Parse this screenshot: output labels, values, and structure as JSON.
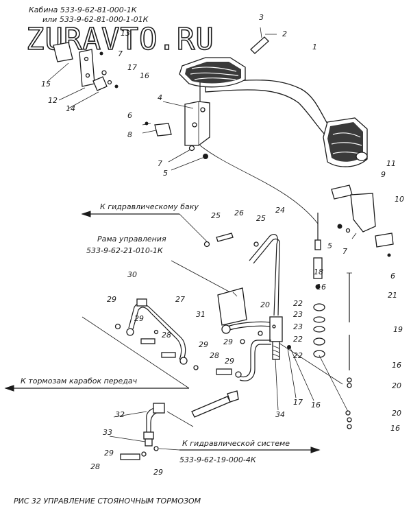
{
  "watermark": "ZURAVTO.RU",
  "cabin_ref_1": "Кабина 533-9-62-81-000-1К",
  "cabin_ref_2": "или 533-9-62-81-000-1-01К",
  "to_hydraulic_tank": "К гидравлическому баку",
  "control_frame_1": "Рама управления",
  "control_frame_2": "533-9-62-21-010-1К",
  "to_gearbox_brakes": "К тормозам карабок передач",
  "to_hydraulic_system": "К гидравлической системе",
  "hydraulic_system_ref": "533-9-62-19-000-4К",
  "caption": "РИС 32  УПРАВЛЕНИЕ СТОЯНОЧНЫМ ТОРМОЗОМ",
  "parts": {
    "p1": "1",
    "p2": "2",
    "p3": "3",
    "p4": "4",
    "p5a": "5",
    "p5b": "5",
    "p6a": "6",
    "p6b": "6",
    "p7a": "7",
    "p7b": "7",
    "p7c": "7",
    "p8": "8",
    "p9": "9",
    "p10": "10",
    "p11": "11",
    "p12": "12",
    "p13": "13",
    "p14": "14",
    "p15": "15",
    "p16a": "16",
    "p16b": "16",
    "p16c": "16",
    "p16d": "16",
    "p16e": "16",
    "p17a": "17",
    "p17b": "17",
    "p18": "18",
    "p19": "19",
    "p20a": "20",
    "p20b": "20",
    "p20c": "20",
    "p21": "21",
    "p22a": "22",
    "p22b": "22",
    "p22c": "22",
    "p23a": "23",
    "p23b": "23",
    "p24": "24",
    "p25a": "25",
    "p25b": "25",
    "p26": "26",
    "p27": "27",
    "p28a": "28",
    "p28b": "28",
    "p28c": "28",
    "p29a": "29",
    "p29b": "29",
    "p29c": "29",
    "p29d": "29",
    "p29e": "29",
    "p29f": "29",
    "p29g": "29",
    "p30": "30",
    "p31": "31",
    "p32": "32",
    "p33": "33",
    "p34": "34"
  }
}
